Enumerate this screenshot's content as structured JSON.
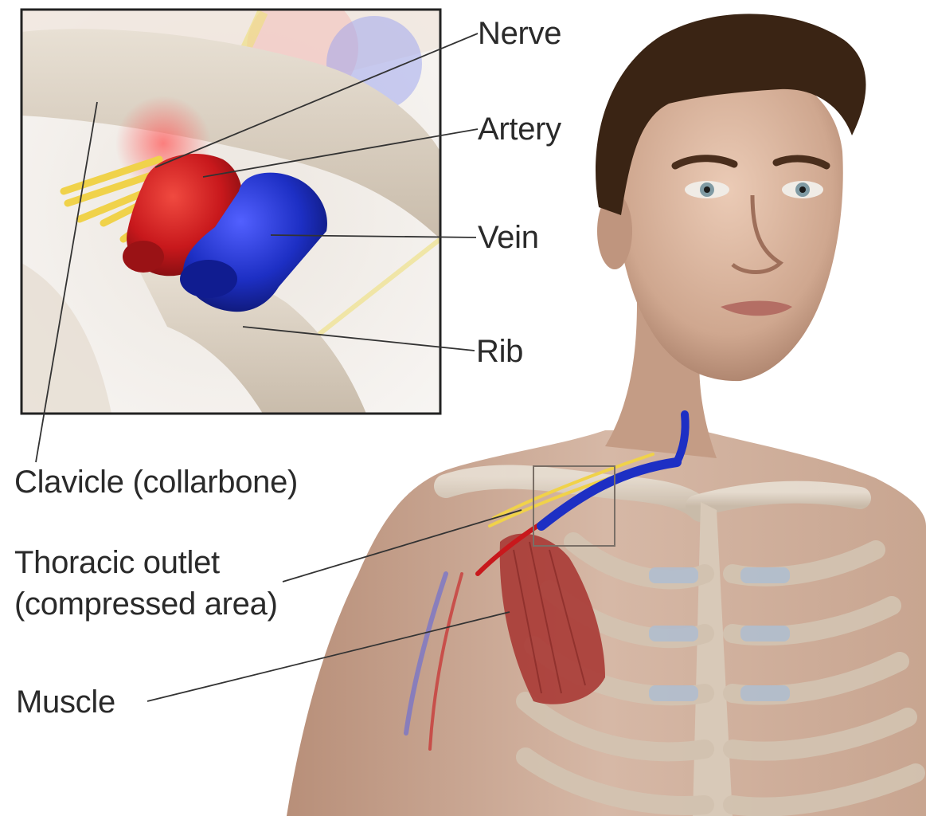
{
  "labels": {
    "nerve": "Nerve",
    "artery": "Artery",
    "vein": "Vein",
    "rib": "Rib",
    "clavicle": "Clavicle (collarbone)",
    "thoracic_line1": "Thoracic outlet",
    "thoracic_line2": "(compressed area)",
    "muscle": "Muscle"
  },
  "colors": {
    "artery": "#c8181c",
    "vein": "#1d2fc4",
    "nerve": "#f0d24a",
    "bone": "#d8cfc3",
    "skin": "#c9a48d",
    "hair": "#3a2414",
    "muscle": "#a83a35",
    "label_text": "#2a2a2a",
    "leader_line": "#333333"
  }
}
